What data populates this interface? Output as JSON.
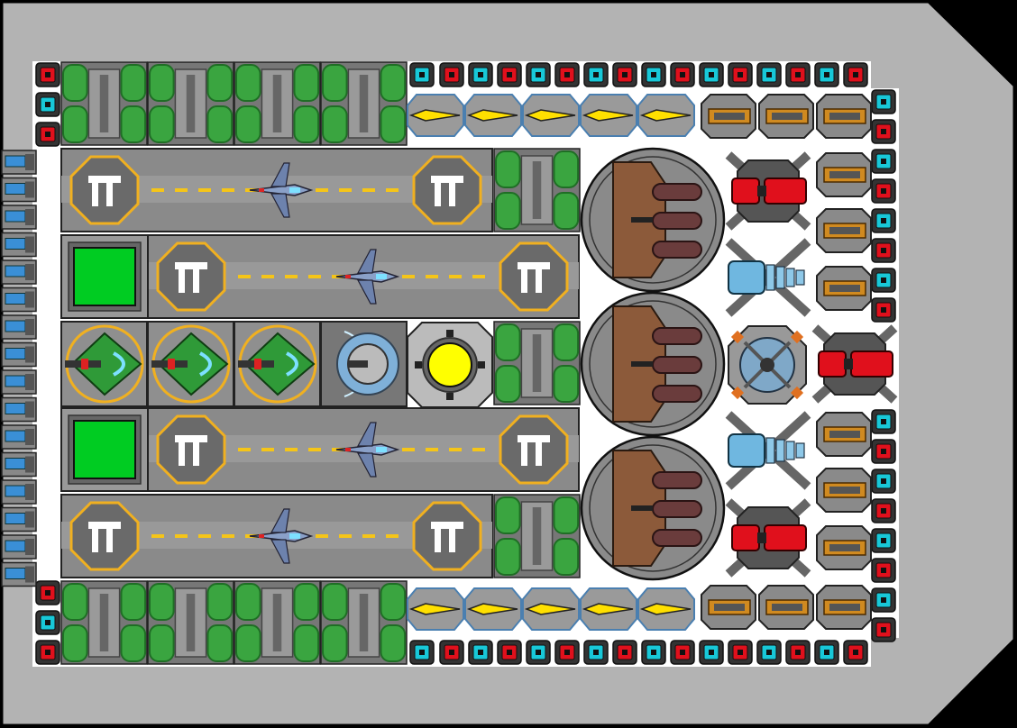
{
  "title": "",
  "palette": {
    "hull": "#b3b3b3",
    "hull_outline": "#000000",
    "deck": "#ffffff",
    "runway": "#8a8a8a",
    "runway_stripe": "#f5c518",
    "hex_pad": "#f0b020",
    "tank": "#3aa540",
    "tank_dark": "#1f6e25",
    "armor_red": "#e0101c",
    "armor_cyan": "#18c8d8",
    "thruster_blue": "#3a8fd6",
    "reactor_yellow": "#ffff00",
    "turret_brown": "#8c5a3a",
    "weapon_orange": "#d08a20",
    "fighter_green": "#2f9a38",
    "hangar_green": "#00cc22"
  },
  "modules": {
    "runways": 4,
    "parked_fighters": 3,
    "hangar_bays": 2,
    "heavy_turrets": 3,
    "missile_launchers": 10,
    "side_cannons": 12,
    "red_turrets": 3,
    "ion_cannons": 2,
    "shield_generator": 1,
    "reactor": 1,
    "engines": 16,
    "tank_pairs": 8
  },
  "icons": {
    "runway_pad": "landing-pad-icon",
    "fighter": "fighter-ship-icon",
    "reactor": "reactor-core-icon",
    "shield": "shield-generator-icon",
    "turret": "heavy-turret-icon",
    "missile": "missile-launcher-icon",
    "cannon": "cannon-icon",
    "engine": "thruster-icon"
  }
}
